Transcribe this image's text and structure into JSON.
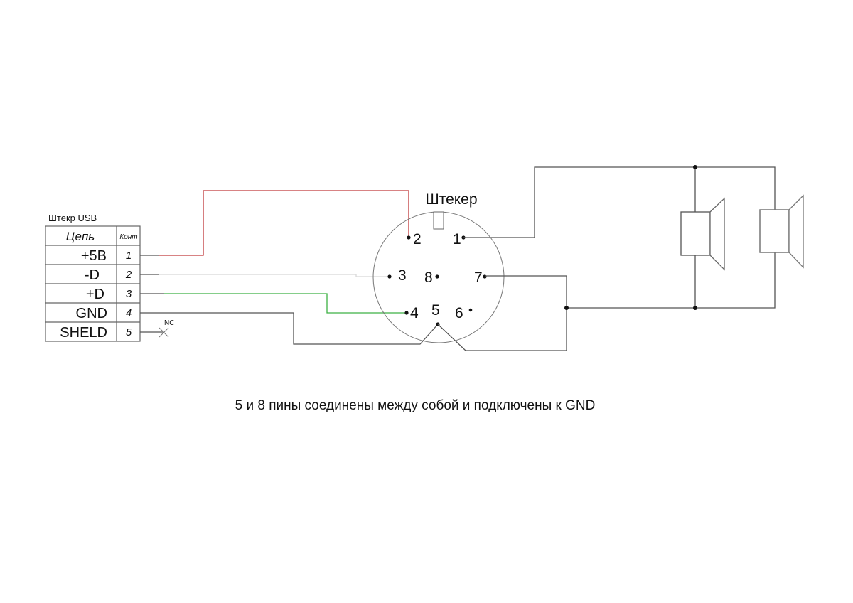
{
  "usb_table": {
    "title": "Штекр USB",
    "header_circuit": "Цепь",
    "header_contact": "Конт",
    "rows": [
      {
        "circuit": "+5В",
        "contact": "1"
      },
      {
        "circuit": "-D",
        "contact": "2"
      },
      {
        "circuit": "+D",
        "contact": "3"
      },
      {
        "circuit": "GND",
        "contact": "4"
      },
      {
        "circuit": "SHELD",
        "contact": "5"
      }
    ],
    "nc_label": "NC"
  },
  "connector": {
    "title": "Штекер",
    "pins": [
      "1",
      "2",
      "3",
      "4",
      "5",
      "6",
      "7",
      "8"
    ]
  },
  "wire_colors": {
    "plus5v": "#c0393b",
    "minus_d": "#d8d8d8",
    "plus_d": "#3cb043",
    "gnd": "#555555"
  },
  "note": "5 и 8 пины соединены между собой и подключены к GND"
}
